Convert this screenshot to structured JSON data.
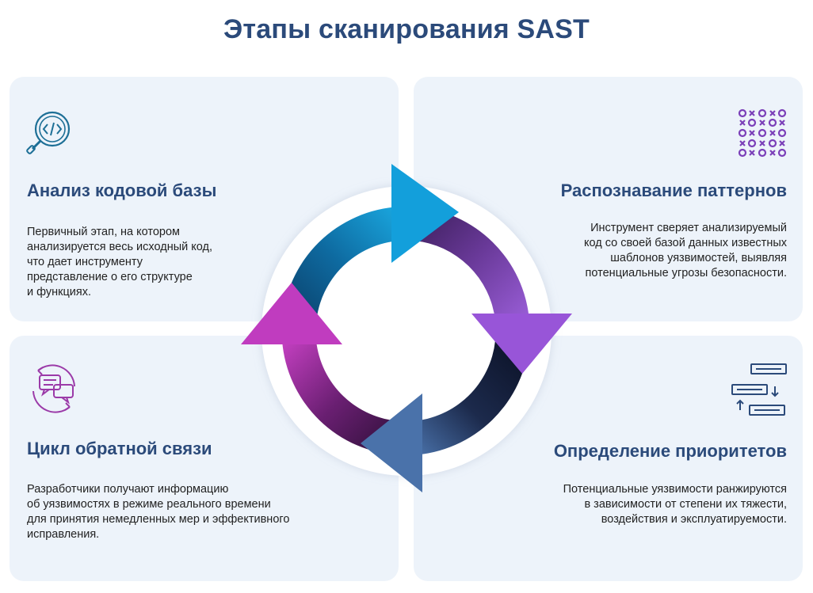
{
  "title": "Этапы сканирования SAST",
  "colors": {
    "title": "#2b4a7a",
    "card_bg": "#edf3fa",
    "arrow_blue": "#139fdb",
    "arrow_purple": "#9855d8",
    "arrow_steel": "#4a72aa",
    "arrow_magenta": "#c03cbf"
  },
  "steps": [
    {
      "icon": "code-magnifier-icon",
      "heading": "Анализ кодовой базы",
      "text": "Первичный этап, на котором\nанализируется весь исходный код,\nчто дает инструменту\nпредставление о его структуре\nи функциях."
    },
    {
      "icon": "pattern-grid-icon",
      "heading": "Распознавание паттернов",
      "text": "Инструмент сверяет анализируемый\nкод со своей базой данных известных\nшаблонов уязвимостей, выявляя\nпотенциальные угрозы безопасности."
    },
    {
      "icon": "feedback-chat-icon",
      "heading": "Цикл обратной связи",
      "text": "Разработчики получают информацию\nоб уязвимостях в режиме реального времени\nдля принятия немедленных мер и эффективного\nисправления."
    },
    {
      "icon": "priority-sort-icon",
      "heading": "Определение приоритетов",
      "text": "Потенциальные уязвимости ранжируются\nв зависимости от степени их тяжести,\nвоздействия и эксплуатируемости."
    }
  ]
}
